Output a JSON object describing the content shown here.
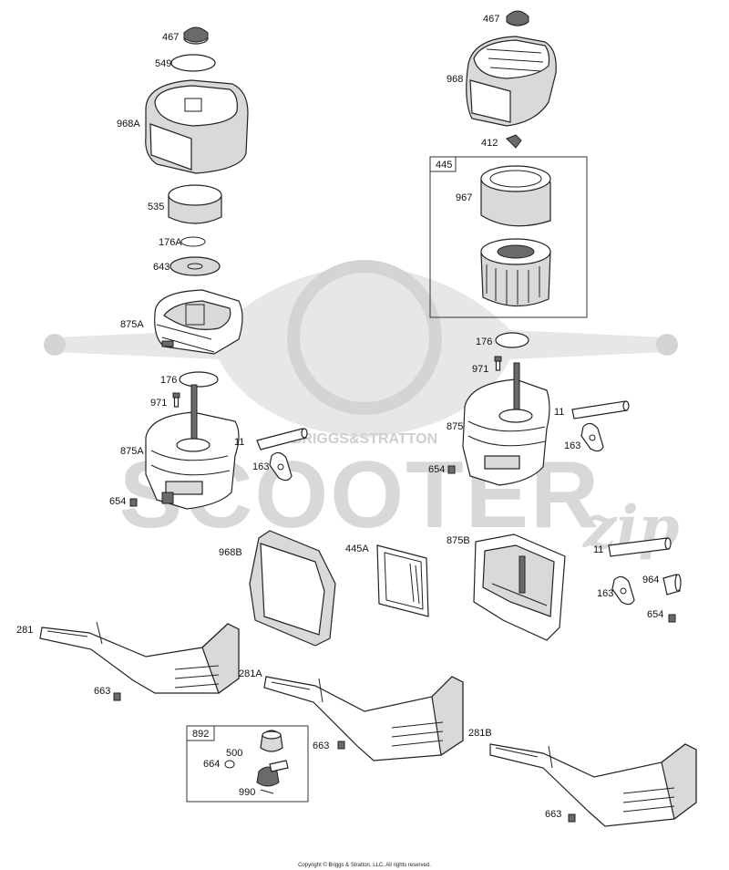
{
  "labels": {
    "l467a": "467",
    "l549": "549",
    "l968a": "968A",
    "l535": "535",
    "l176a": "176A",
    "l643": "643",
    "l875a1": "875A",
    "l176b": "176",
    "l971a": "971",
    "l875a2": "875A",
    "l11a": "11",
    "l163a": "163",
    "l654a": "654",
    "l467b": "467",
    "l968": "968",
    "l412": "412",
    "l445": "445",
    "l967": "967",
    "l176c": "176",
    "l971b": "971",
    "l875": "875",
    "l11b": "11",
    "l163b": "163",
    "l654b": "654",
    "l968b": "968B",
    "l445a": "445A",
    "l875b": "875B",
    "l11c": "11",
    "l964": "964",
    "l163c": "163",
    "l654c": "654",
    "l281": "281",
    "l663a": "663",
    "l281a": "281A",
    "l663b": "663",
    "l281b": "281B",
    "l663c": "663",
    "l892": "892",
    "l500": "500",
    "l664": "664",
    "l990": "990"
  },
  "watermark": {
    "main": "SCOOTER",
    "script": "zip",
    "brand": "BRIGGS&STRATTON"
  },
  "copyright": "Copyright © Briggs & Stratton, LLC. All rights reserved."
}
